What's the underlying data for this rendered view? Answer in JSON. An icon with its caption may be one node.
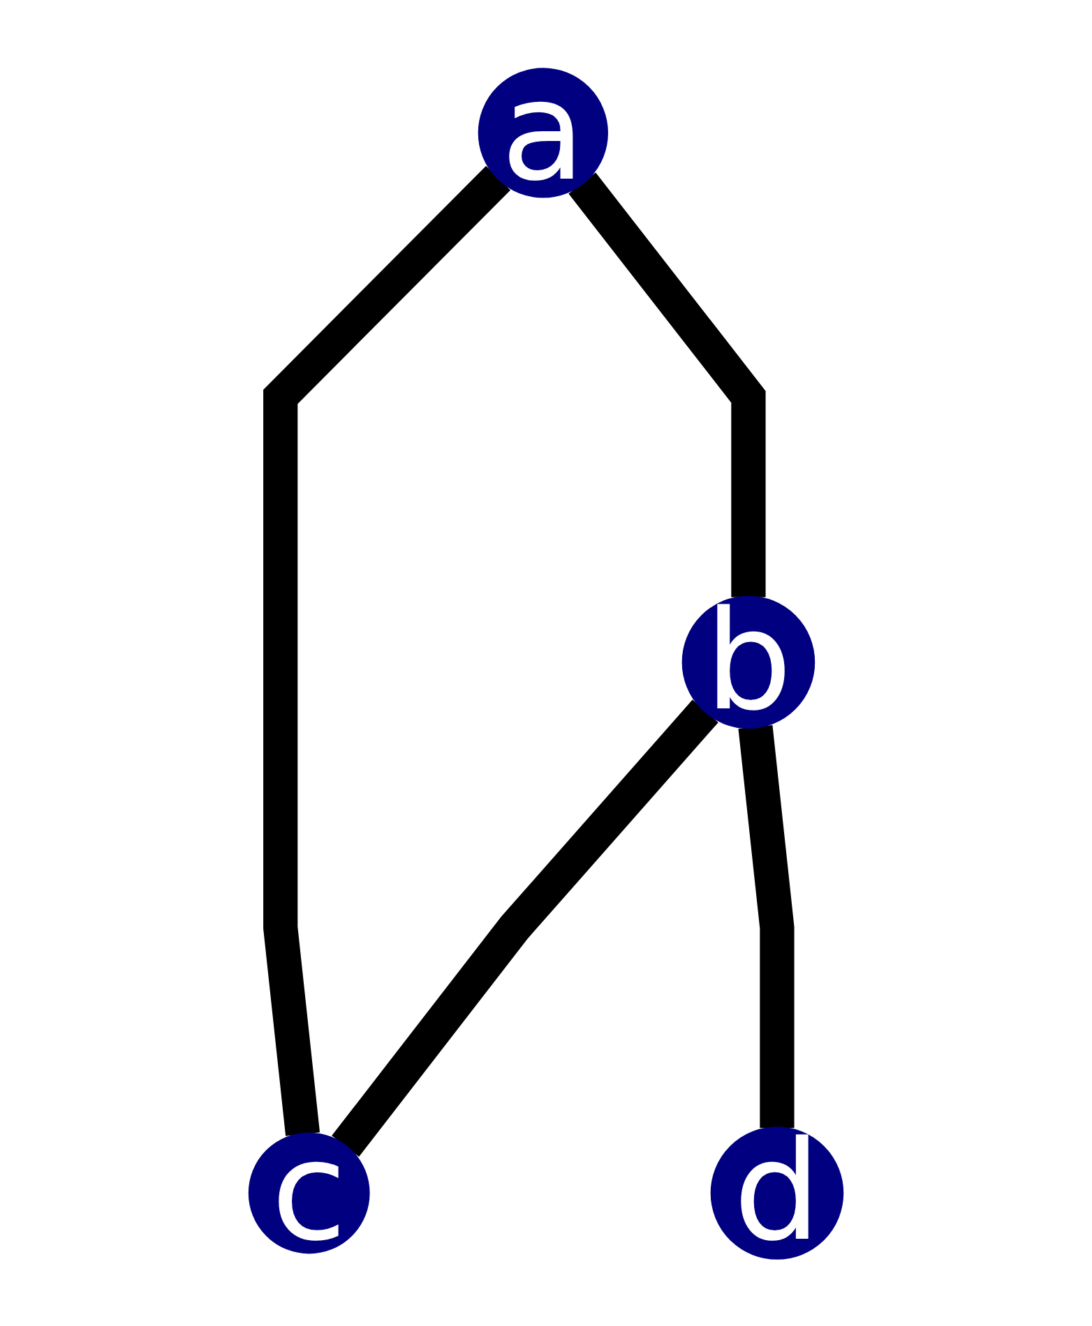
{
  "diagram": {
    "nodes": [
      {
        "text": [
          "a"
        ]
      },
      {
        "text": [
          "b"
        ]
      },
      {
        "text": [
          "c"
        ]
      },
      {
        "text": [
          "d"
        ]
      }
    ],
    "edges": [
      {
        "from": 0,
        "to": 2,
        "arrow": "none"
      },
      {
        "from": 0,
        "to": 1,
        "arrow": "none"
      },
      {
        "from": 1,
        "to": 2,
        "arrow": "none"
      },
      {
        "from": 1,
        "to": 3,
        "arrow": "none"
      }
    ]
  }
}
